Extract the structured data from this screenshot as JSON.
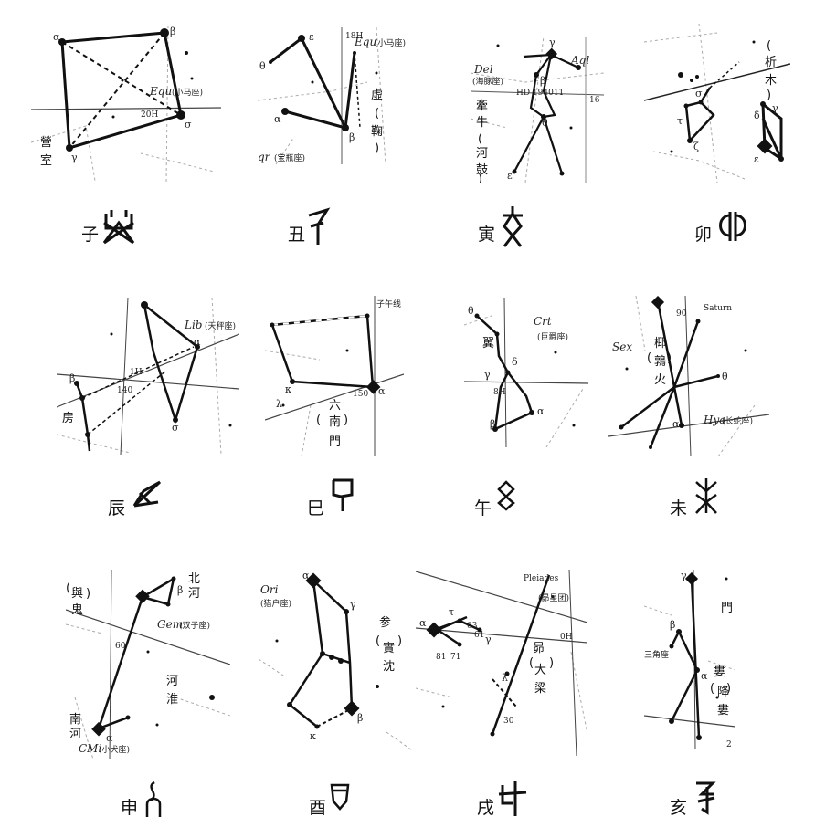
{
  "rows": [
    [
      {
        "branch": "子",
        "glyph": "zi-glyph",
        "labels": {
          "a": "α",
          "b": "β",
          "g": "γ",
          "s": "σ",
          "equ": "Equ",
          "equ_cn": "(小马座)",
          "ra": "20H",
          "lodge1": "營",
          "lodge2": "室"
        }
      },
      {
        "branch": "丑",
        "glyph": "chou-glyph",
        "labels": {
          "e": "ε",
          "t": "θ",
          "a": "α",
          "b": "β",
          "ra": "18H",
          "equ": "Equ",
          "equ_cn": "(小马座)",
          "aqr": "qr",
          "aqr_cn": "(宝瓶座)",
          "lodge1": "虛",
          "lodge2": "(",
          "lodge3": "鞠",
          "lodge4": ")"
        }
      },
      {
        "branch": "寅",
        "glyph": "yin-glyph",
        "labels": {
          "g": "γ",
          "b": "β",
          "t": "θ",
          "e": "ε",
          "del": "Del",
          "del_cn": "(海豚座)",
          "aql": "Aql",
          "hd": "HD 194011",
          "ra": "16",
          "lodge1": "牽",
          "lodge2": "牛",
          "lodge3": "(",
          "lodge4": "河",
          "lodge5": "鼓",
          "lodge6": ")"
        }
      },
      {
        "branch": "卯",
        "glyph": "mao-glyph",
        "labels": {
          "d": "δ",
          "g": "γ",
          "s": "σ",
          "t": "τ",
          "z": "ζ",
          "e": "ε",
          "lodge1": "析",
          "lodge2": "木",
          "lodge3": "(",
          "lodge4": ")"
        }
      }
    ],
    [
      {
        "branch": "辰",
        "glyph": "chen-glyph",
        "labels": {
          "lib": "Lib",
          "lib_cn": "(天秤座)",
          "a": "α",
          "s": "σ",
          "b": "β",
          "ra": "140",
          "ra2": "1H",
          "lodge": "房"
        }
      },
      {
        "branch": "巳",
        "glyph": "si-glyph",
        "labels": {
          "a": "α",
          "k": "κ",
          "l": "λ",
          "ra": "150",
          "meridian": "子午线",
          "lodge1": "六",
          "lodge2": "(",
          "lodge3": "南",
          "lodge4": "門",
          "lodge5": ")"
        }
      },
      {
        "branch": "午",
        "glyph": "wu-glyph",
        "labels": {
          "crt": "Crt",
          "crt_cn": "(巨爵座)",
          "t": "θ",
          "g": "γ",
          "d": "δ",
          "b": "β",
          "a": "α",
          "ra": "8H",
          "lodge": "翼"
        }
      },
      {
        "branch": "未",
        "glyph": "wei-glyph",
        "labels": {
          "saturn": "Saturn",
          "sex": "Sex",
          "hya": "Hya",
          "hya_cn": "(长蛇座)",
          "a": "α",
          "t": "θ",
          "ra": "90",
          "lodge1": "椰",
          "lodge2": "(",
          "lodge3": "鶉",
          "lodge4": "火",
          "lodge5": ")"
        }
      }
    ],
    [
      {
        "branch": "申",
        "glyph": "shen-glyph",
        "labels": {
          "gem": "Gem",
          "gem_cn": "(双子座)",
          "cmi": "CMi",
          "cmi_cn": "(小犬座)",
          "b": "β",
          "a": "α",
          "ra": "60",
          "lodge1": "(",
          "lodge2": "與",
          "lodge3": "鬼",
          "lodge4": ")",
          "river1": "河",
          "river2": "淮",
          "nhe1": "北",
          "nhe2": "河",
          "she1": "南",
          "she2": "河"
        }
      },
      {
        "branch": "酉",
        "glyph": "you-glyph",
        "labels": {
          "ori": "Ori",
          "ori_cn": "(猎户座)",
          "a": "α",
          "g": "γ",
          "b": "β",
          "k": "κ",
          "lodge1": "参",
          "lodge2": "(",
          "lodge3": "實",
          "lodge4": "沈",
          "lodge5": ")"
        }
      },
      {
        "branch": "戌",
        "glyph": "xu-glyph",
        "labels": {
          "pleiades": "Pleiades",
          "pleiades_cn": "(昴星团)",
          "n63": "63",
          "n61": "61",
          "n71": "71",
          "n81": "81",
          "n30": "30",
          "a": "α",
          "g": "γ",
          "t": "τ",
          "l": "λ",
          "ra": "0H",
          "lodge1": "昴",
          "lodge2": "(",
          "lodge3": "大",
          "lodge4": "梁",
          "lodge5": ")"
        }
      },
      {
        "branch": "亥",
        "glyph": "hai-glyph",
        "labels": {
          "g": "γ",
          "b": "β",
          "a": "α",
          "tri": "三角座",
          "ra": "2",
          "lodge1": "婁",
          "lodge2": "(",
          "lodge3": "降",
          "lodge4": "婁",
          "lodge5": ")",
          "side": "門"
        }
      }
    ]
  ]
}
